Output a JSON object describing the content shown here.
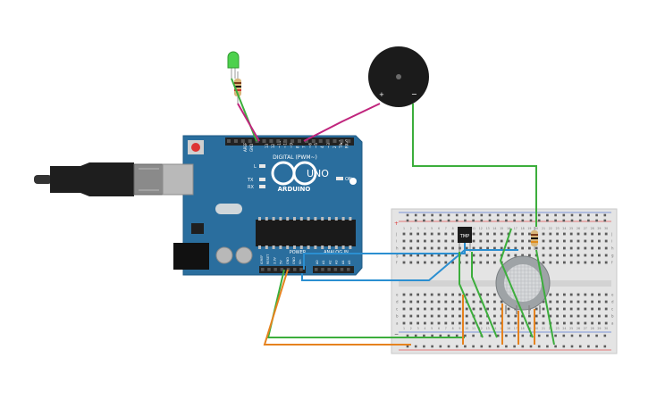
{
  "board": {
    "brand": "ARDUINO",
    "model": "UNO",
    "digital_header": "DIGITAL (PWM~)",
    "power_header": "POWER",
    "analog_header": "ANALOG IN",
    "on_label": "ON",
    "l_label": "L",
    "tx_label": "TX",
    "rx_label": "RX",
    "aref_label": "AREF",
    "gnd_label": "GND",
    "digital_pins": [
      "13",
      "12",
      "~11",
      "~10",
      "~9",
      "8",
      "7",
      "~6",
      "~5",
      "4",
      "~3",
      "2",
      "TX▸1",
      "RX◂0"
    ],
    "power_pins": [
      "IOREF",
      "RESET",
      "3.3V",
      "5V",
      "GND",
      "GND",
      "Vin"
    ],
    "analog_pins": [
      "A0",
      "A1",
      "A2",
      "A3",
      "A4",
      "A5"
    ]
  },
  "buzzer": {
    "plus": "+",
    "minus": "−"
  },
  "sensor": {
    "label": "TMP"
  },
  "breadboard": {
    "columns": [
      "1",
      "2",
      "3",
      "4",
      "5",
      "6",
      "7",
      "8",
      "9",
      "10",
      "11",
      "12",
      "13",
      "14",
      "15",
      "16",
      "17",
      "18",
      "19",
      "20",
      "21",
      "22",
      "23",
      "24",
      "25",
      "26",
      "27",
      "28",
      "29",
      "30"
    ],
    "rows_top": [
      "j",
      "i",
      "h",
      "g",
      "f"
    ],
    "rows_bottom": [
      "e",
      "d",
      "c",
      "b",
      "a"
    ],
    "rail_plus": "+",
    "rail_minus": "−"
  },
  "colors": {
    "board": "#2a6e9e",
    "breadboard": "#e4e4e4",
    "wire_green": "#3cae3c",
    "wire_magenta": "#c0257d",
    "wire_blue": "#2b8fd1",
    "wire_orange": "#e6821e",
    "usb": "#222222"
  }
}
